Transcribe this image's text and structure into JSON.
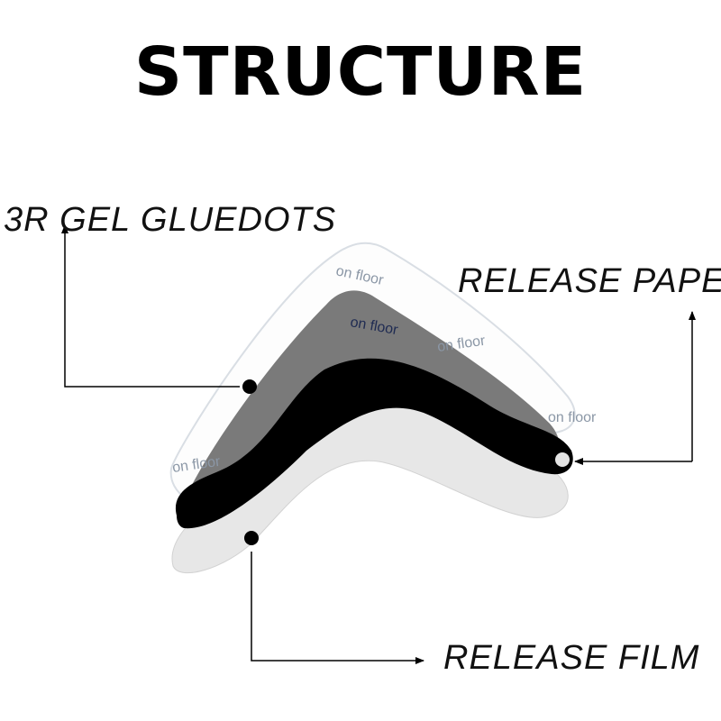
{
  "title": "STRUCTURE",
  "labels": {
    "gel": "3R GEL GLUEDOTS",
    "paper": "RELEASE PAPER",
    "film": "RELEASE FILM"
  },
  "printed_text": "on floor",
  "colors": {
    "paper_outline": "#d9dee4",
    "paper_text": "#8b97a6",
    "gel_layer": "#7a7a7a",
    "gel_text": "#1f2b52",
    "black_layer": "#000000",
    "film_layer": "#e6e6e6"
  }
}
